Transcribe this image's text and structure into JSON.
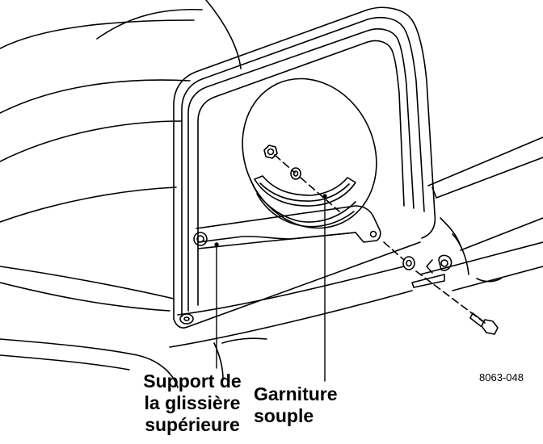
{
  "figure": {
    "number": "8063-048"
  },
  "callouts": {
    "support": {
      "lines": [
        "Support de",
        "la glissière",
        "supérieure"
      ]
    },
    "garniture": {
      "lines": [
        "Garniture",
        "souple"
      ]
    }
  },
  "colors": {
    "line": "#000000",
    "background": "#ffffff"
  }
}
